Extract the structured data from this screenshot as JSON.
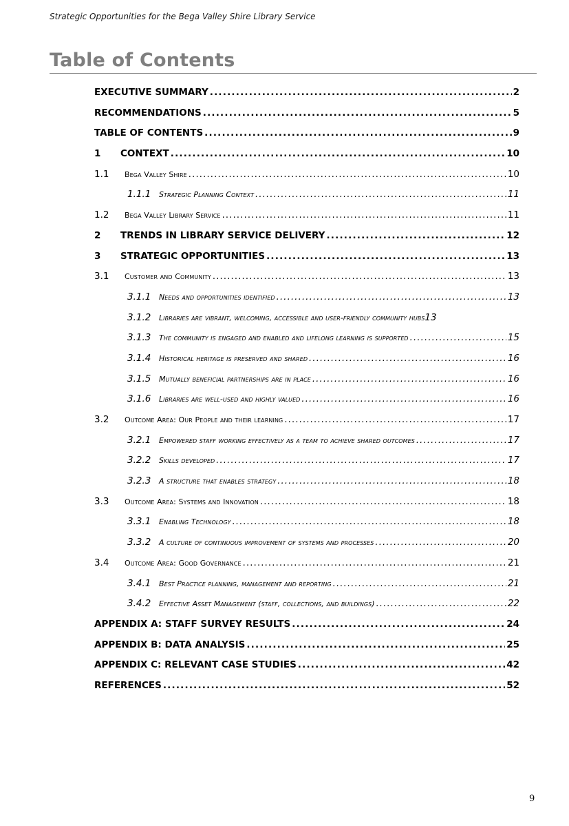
{
  "header": {
    "running_title": "Strategic Opportunities for the Bega Valley Shire Library Service"
  },
  "page": {
    "title": "Table of Contents",
    "page_number": "9"
  },
  "toc": [
    {
      "level": 0,
      "num": "",
      "text": "EXECUTIVE SUMMARY",
      "page": "2"
    },
    {
      "level": 0,
      "num": "",
      "text": "RECOMMENDATIONS",
      "page": "5"
    },
    {
      "level": 0,
      "num": "",
      "text": "TABLE OF CONTENTS",
      "page": "9"
    },
    {
      "level": 1,
      "num": "1",
      "text": "CONTEXT",
      "page": "10"
    },
    {
      "level": 2,
      "num": "1.1",
      "text": "Bega Valley Shire",
      "page": "10"
    },
    {
      "level": 3,
      "num": "1.1.1",
      "text": "Strategic Planning Context",
      "page": "11"
    },
    {
      "level": 2,
      "num": "1.2",
      "text": "Bega Valley Library Service",
      "page": "11"
    },
    {
      "level": 1,
      "num": "2",
      "text": "TRENDS IN LIBRARY SERVICE DELIVERY",
      "page": "12"
    },
    {
      "level": 1,
      "num": "3",
      "text": "STRATEGIC OPPORTUNITIES",
      "page": "13"
    },
    {
      "level": 2,
      "num": "3.1",
      "text": "Customer and Community",
      "page": "13"
    },
    {
      "level": 3,
      "num": "3.1.1",
      "text": "Needs and opportunities identified",
      "page": "13"
    },
    {
      "level": 3,
      "num": "3.1.2",
      "text": "Libraries are vibrant, welcoming, accessible and user-friendly community hubs",
      "page": "13",
      "tight": true
    },
    {
      "level": 3,
      "num": "3.1.3",
      "text": "The community is engaged and enabled and lifelong learning is supported",
      "page": "15"
    },
    {
      "level": 3,
      "num": "3.1.4",
      "text": "Historical heritage is preserved and shared",
      "page": "16"
    },
    {
      "level": 3,
      "num": "3.1.5",
      "text": "Mutually beneficial partnerships are in place",
      "page": "16"
    },
    {
      "level": 3,
      "num": "3.1.6",
      "text": "Libraries are well-used and highly valued",
      "page": "16"
    },
    {
      "level": 2,
      "num": "3.2",
      "text": "Outcome Area: Our People and their learning",
      "page": "17"
    },
    {
      "level": 3,
      "num": "3.2.1",
      "text": "Empowered staff working effectively as a team to achieve shared outcomes",
      "page": "17"
    },
    {
      "level": 3,
      "num": "3.2.2",
      "text": "Skills developed",
      "page": "17"
    },
    {
      "level": 3,
      "num": "3.2.3",
      "text": "A structure that enables strategy",
      "page": "18"
    },
    {
      "level": 2,
      "num": "3.3",
      "text": "Outcome Area: Systems and Innovation",
      "page": "18"
    },
    {
      "level": 3,
      "num": "3.3.1",
      "text": "Enabling Technology",
      "page": "18"
    },
    {
      "level": 3,
      "num": "3.3.2",
      "text": "A culture of continuous improvement of systems and processes",
      "page": "20"
    },
    {
      "level": 2,
      "num": "3.4",
      "text": "Outcome Area: Good Governance",
      "page": "21"
    },
    {
      "level": 3,
      "num": "3.4.1",
      "text": "Best Practice planning, management and reporting",
      "page": "21"
    },
    {
      "level": 3,
      "num": "3.4.2",
      "text": "Effective Asset Management (staff, collections, and buildings)",
      "page": "22"
    },
    {
      "level": 0,
      "num": "",
      "text": "APPENDIX A: STAFF SURVEY RESULTS",
      "page": "24"
    },
    {
      "level": 0,
      "num": "",
      "text": "APPENDIX B: DATA ANALYSIS",
      "page": "25"
    },
    {
      "level": 0,
      "num": "",
      "text": "APPENDIX C: RELEVANT CASE STUDIES",
      "page": "42"
    },
    {
      "level": 0,
      "num": "",
      "text": "REFERENCES",
      "page": "52"
    }
  ]
}
